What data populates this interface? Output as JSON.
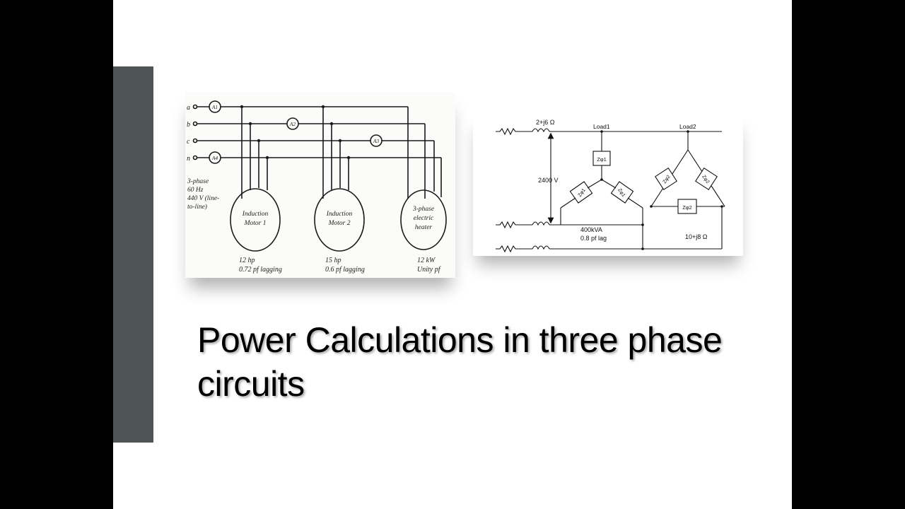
{
  "slide": {
    "title": "Power Calculations in three phase circuits"
  },
  "diagram1": {
    "lines": [
      "a",
      "b",
      "c",
      "n"
    ],
    "ammeters": [
      "A1",
      "A2",
      "A3",
      "A4"
    ],
    "source_note": [
      "3-phase",
      "60 Hz",
      "440 V (line-",
      "to-line)"
    ],
    "loads": [
      {
        "name": [
          "Induction",
          "Motor 1"
        ],
        "rating": [
          "12 hp",
          "0.72 pf lagging"
        ]
      },
      {
        "name": [
          "Induction",
          "Motor 2"
        ],
        "rating": [
          "15 hp",
          "0.6 pf lagging"
        ]
      },
      {
        "name": [
          "3-phase",
          "electric",
          "heater"
        ],
        "rating": [
          "12 kW",
          "Unity pf"
        ]
      }
    ]
  },
  "diagram2": {
    "line_impedance": "2+j6 Ω",
    "load1_label": "Load1",
    "load2_label": "Load2",
    "voltage": "2400 V",
    "z1_label": "Zφ1",
    "z2_label": "Zφ2",
    "load1_rating": [
      "400kVA",
      "0.8 pf lag"
    ],
    "load2_impedance": "10+j8 Ω"
  }
}
